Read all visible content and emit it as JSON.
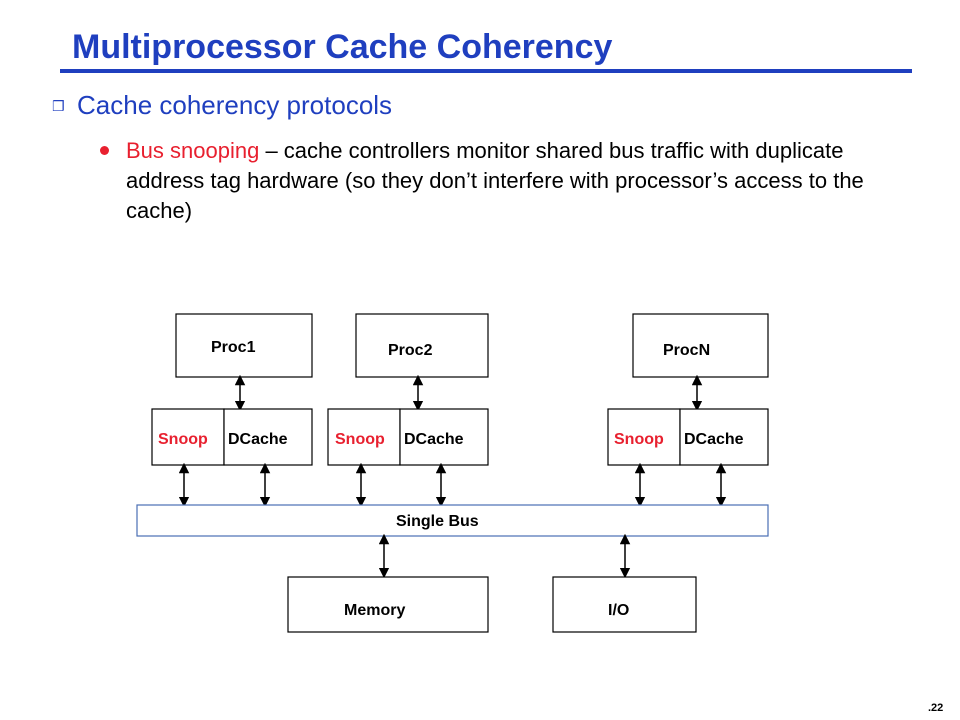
{
  "title": "Multiprocessor Cache Coherency",
  "bullet_level1": "Cache coherency protocols",
  "bullet_level2": {
    "highlight": "Bus snooping",
    "rest": " – cache controllers monitor shared bus traffic with duplicate address tag hardware (so they don’t interfere with processor’s access to the cache)"
  },
  "diagram": {
    "processors": [
      {
        "label": "Proc1",
        "snoop_label": "Snoop",
        "cache_label": "DCache"
      },
      {
        "label": "Proc2",
        "snoop_label": "Snoop",
        "cache_label": "DCache"
      },
      {
        "label": "ProcN",
        "snoop_label": "Snoop",
        "cache_label": "DCache"
      }
    ],
    "bus_label": "Single Bus",
    "memory_label": "Memory",
    "io_label": "I/O"
  },
  "colors": {
    "title": "#1f3fbf",
    "highlight": "#e8202f",
    "bus_border": "#4a6fb5",
    "box_border": "#000000"
  },
  "page_number": ".22"
}
